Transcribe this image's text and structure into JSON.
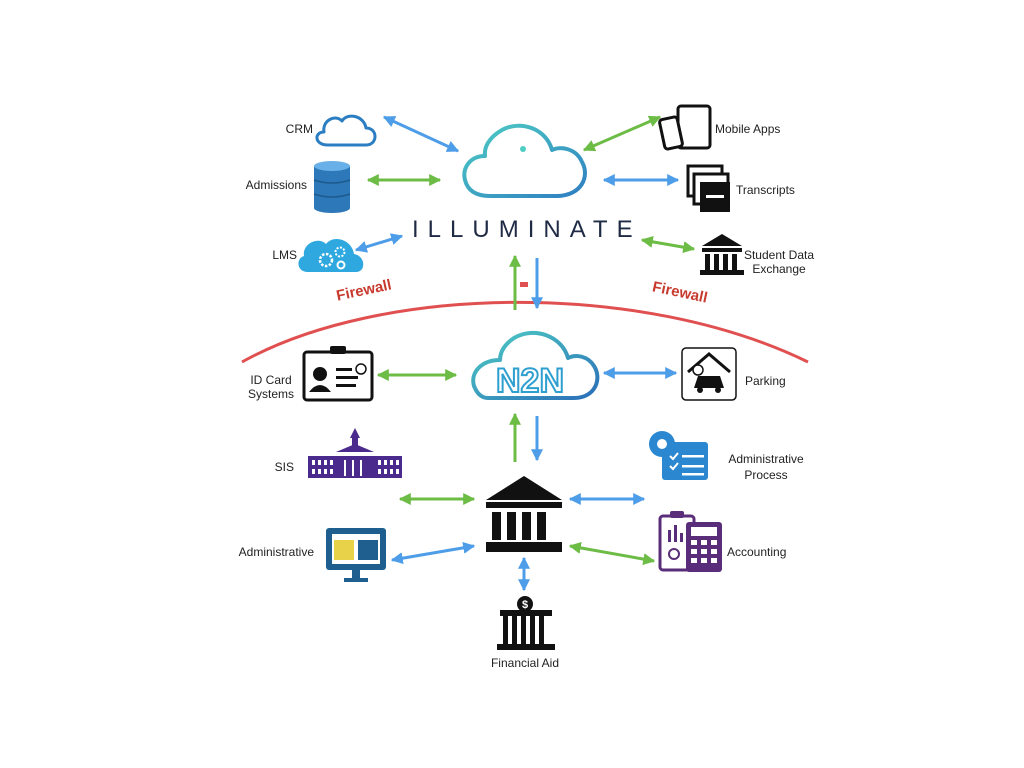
{
  "brand": {
    "name": "ILLUMINATE",
    "hub_label": "N2N"
  },
  "firewall": {
    "left_label": "Firewall",
    "right_label": "Firewall"
  },
  "labels": {
    "crm": "CRM",
    "admissions": "Admissions",
    "lms": "LMS",
    "mobile_apps": "Mobile Apps",
    "transcripts": "Transcripts",
    "student_data_exchange_1": "Student Data",
    "student_data_exchange_2": "Exchange",
    "id_card_1": "ID Card",
    "id_card_2": "Systems",
    "parking": "Parking",
    "sis": "SIS",
    "administrative_process_1": "Administrative",
    "administrative_process_2": "Process",
    "administrative": "Administrative",
    "accounting": "Accounting",
    "financial_aid": "Financial Aid"
  },
  "colors": {
    "blue_arrow": "#4d9de8",
    "green_arrow": "#6cbc45",
    "firewall": "#e05050",
    "cloud_gradient_start": "#4ecdc4",
    "cloud_gradient_end": "#2f7fc1",
    "crm_cloud": "#2b7ec1",
    "lms_cloud": "#2fa8e0",
    "database": "#2d78b8",
    "sis_building": "#4a2a8c",
    "admin_process": "#2a87d0",
    "administrative_monitor": "#1f5f8f",
    "accounting": "#5a2d7a",
    "dark_icon": "#111111"
  }
}
